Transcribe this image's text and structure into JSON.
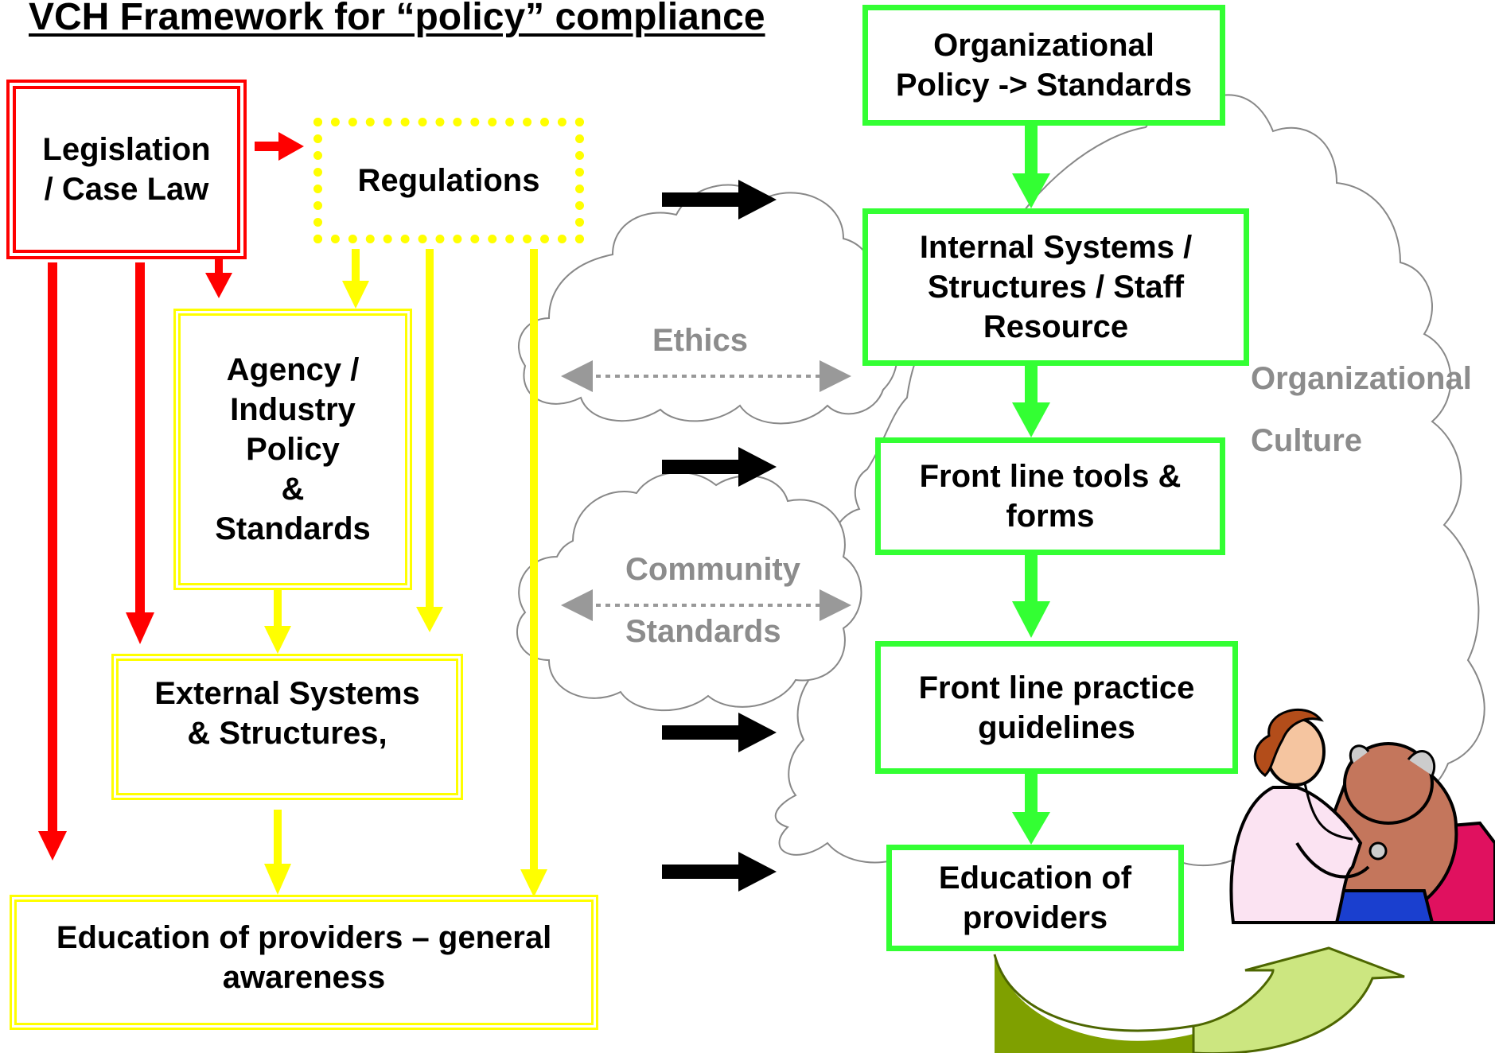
{
  "title": "VCH Framework for “policy” compliance",
  "left_column": {
    "legislation": [
      "Legislation",
      "/ Case Law"
    ],
    "regulations": [
      "Regulations"
    ],
    "agency_policy": [
      "Agency /",
      "Industry",
      "Policy",
      "&",
      "Standards"
    ],
    "external_systems": [
      "External Systems",
      "& Structures,"
    ],
    "education_general": [
      "Education of providers – general",
      "awareness"
    ]
  },
  "right_column": {
    "org_policy": [
      "Organizational",
      "Policy -> Standards"
    ],
    "internal_systems": [
      "Internal Systems /",
      "Structures / Staff",
      "Resource"
    ],
    "front_line_tools": [
      "Front line tools &",
      "forms"
    ],
    "front_line_guidelines": [
      "Front line practice",
      "guidelines"
    ],
    "education_providers": [
      "Education of",
      "providers"
    ]
  },
  "clouds": {
    "ethics": "Ethics",
    "community_line1": "Community",
    "community_line2": "Standards",
    "org_culture_line1": "Organizational",
    "org_culture_line2": "Culture"
  },
  "icons": [
    "doctor-patient-icon",
    "curved-arrow-icon"
  ],
  "colors": {
    "red": "#ff0000",
    "yellow": "#ffff00",
    "green": "#33ff33",
    "black": "#000000",
    "grey_label": "#8c8c8c",
    "curved_arrow_dark": "#7fa000",
    "curved_arrow_light": "#cce680"
  }
}
